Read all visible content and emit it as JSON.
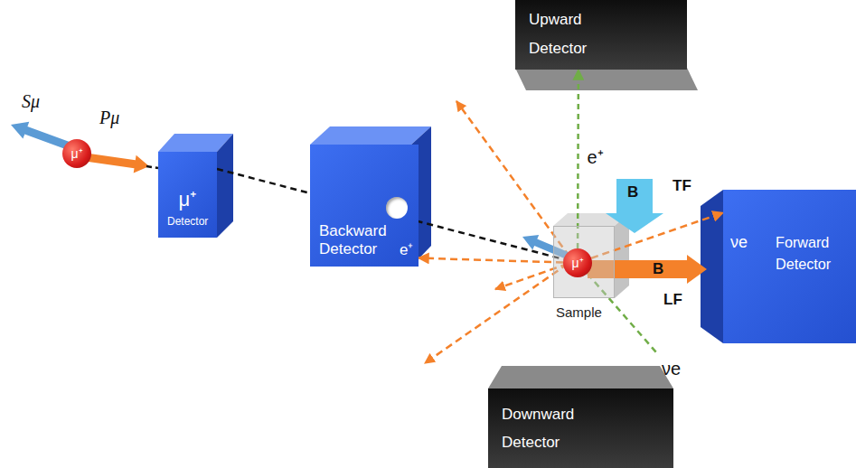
{
  "diagram": {
    "nodes": [
      {
        "text": [
          "μ⁺"
        ]
      },
      {
        "text": [
          "μ⁺",
          "Detector"
        ]
      },
      {
        "text": [
          "Backward Detector",
          "e⁺"
        ]
      },
      {
        "text": [
          "Upward Detector"
        ]
      },
      {
        "text": [
          "Sample"
        ]
      },
      {
        "text": [
          "μ⁺"
        ],
        "in": 4
      },
      {
        "text": [
          "νe",
          "Forward Detector"
        ]
      },
      {
        "text": [
          "Downward Detector"
        ]
      }
    ],
    "edges": [
      {
        "from": 1,
        "to": 5,
        "arrow": "none"
      },
      {
        "from": 5,
        "to": 3,
        "arrow": "to",
        "label": "e⁺"
      },
      {
        "from": 5,
        "to": 2,
        "arrow": "to"
      },
      {
        "from": 5,
        "to": 6,
        "arrow": "to"
      }
    ],
    "labels": [
      "Sμ",
      "Pμ",
      "TF",
      "B",
      "B",
      "LF",
      "νe"
    ]
  }
}
